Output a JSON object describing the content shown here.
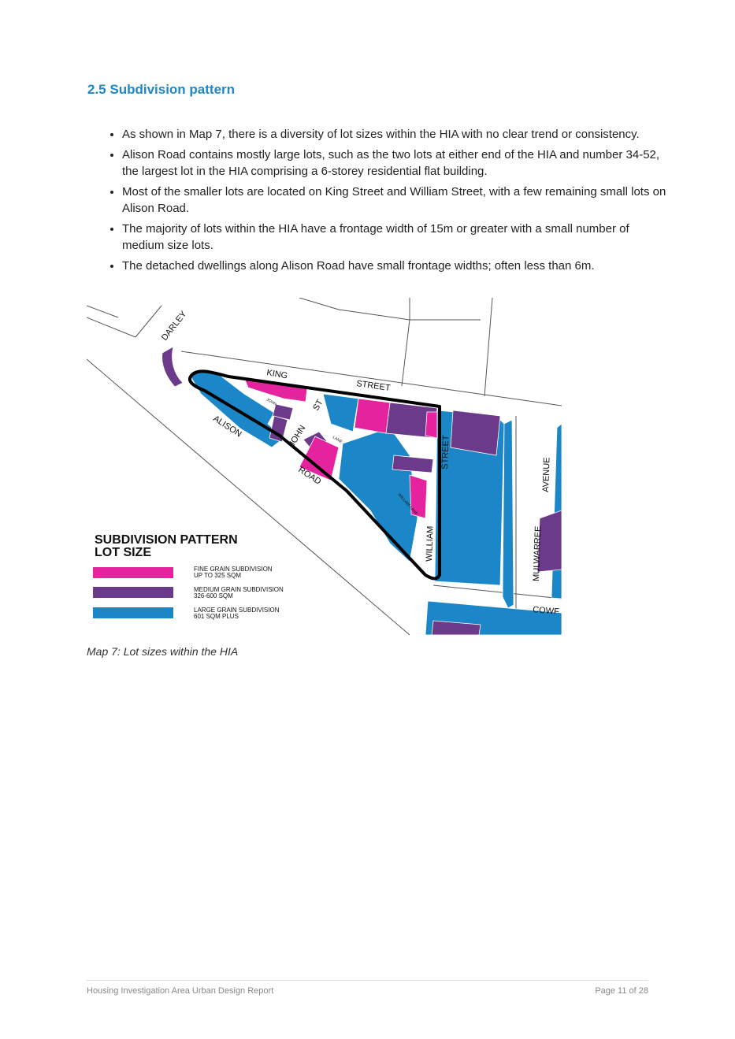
{
  "heading": "2.5 Subdivision pattern",
  "bullets": [
    "As shown in Map 7, there is a diversity of lot sizes within the HIA with no clear trend or consistency.",
    "Alison Road contains mostly large lots, such as the two lots at either end of the HIA and number 34-52, the largest lot in the HIA comprising a 6-storey residential flat building.",
    "Most of the smaller lots are located on King Street and William Street, with a few remaining small lots on Alison Road.",
    "The majority of lots within the HIA have a frontage width of 15m or greater with a small number of medium size lots.",
    "The detached dwellings along Alison Road have small frontage widths; often less than 6m."
  ],
  "map": {
    "street_labels": {
      "darley": "DARLEY",
      "king": "KING",
      "street_top": "STREET",
      "john_st_john": "JOHN",
      "john_st_st": "ST",
      "alison": "ALISON",
      "john": "JOHN",
      "road": "ROAD",
      "lane": "LANE",
      "william_lane": "WILLIAM LANE",
      "john_lane": "JOHN",
      "street_right": "STREET",
      "william": "WILLIAM",
      "avenue": "AVENUE",
      "mulwarree": "MULWARREE",
      "cowper": "COWF"
    },
    "legend": {
      "title_line1": "SUBDIVISION PATTERN",
      "title_line2": "LOT SIZE",
      "items": [
        {
          "line1": "FINE GRAIN SUBDIVISION",
          "line2": "UP TO 325 SQM",
          "color": "#e5239e"
        },
        {
          "line1": "MEDIUM GRAIN SUBDIVISION",
          "line2": "326-600 SQM",
          "color": "#6b3a8a"
        },
        {
          "line1": "LARGE GRAIN SUBDIVISION",
          "line2": "601 SQM PLUS",
          "color": "#1b87c9"
        }
      ]
    },
    "colors": {
      "fine": "#e5239e",
      "medium": "#6b3a8a",
      "large": "#1b87c9",
      "boundary": "#000000"
    }
  },
  "caption": "Map 7: Lot sizes within the HIA",
  "footer": {
    "left": "Housing Investigation Area Urban Design Report",
    "right": "Page 11 of 28"
  }
}
